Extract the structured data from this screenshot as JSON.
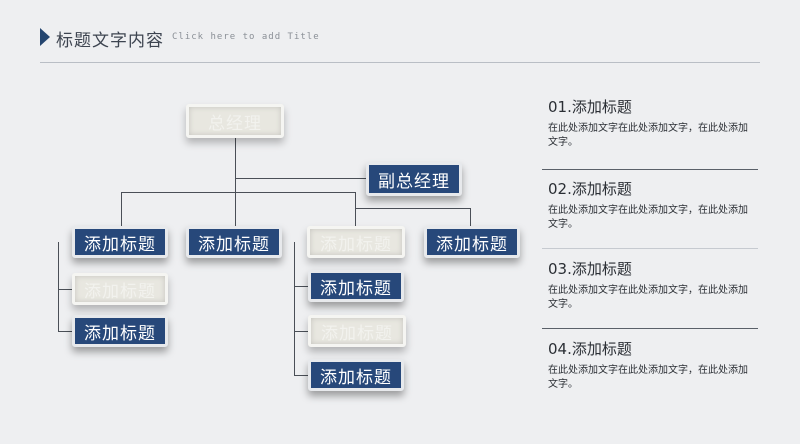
{
  "header": {
    "title": "标题文字内容",
    "subtitle": "Click here to add Title"
  },
  "org_chart": {
    "root": "总经理",
    "deputy": "副总经理",
    "node_label": "添加标题"
  },
  "list": [
    {
      "title": "01.添加标题",
      "text": "在此处添加文字在此处添加文字，在此处添加文字。"
    },
    {
      "title": "02.添加标题",
      "text": "在此处添加文字在此处添加文字，在此处添加文字。"
    },
    {
      "title": "03.添加标题",
      "text": "在此处添加文字在此处添加文字，在此处添加文字。"
    },
    {
      "title": "04.添加标题",
      "text": "在此处添加文字在此处添加文字，在此处添加文字。"
    }
  ],
  "colors": {
    "accent": "#27487a",
    "background": "#eeeff1"
  }
}
